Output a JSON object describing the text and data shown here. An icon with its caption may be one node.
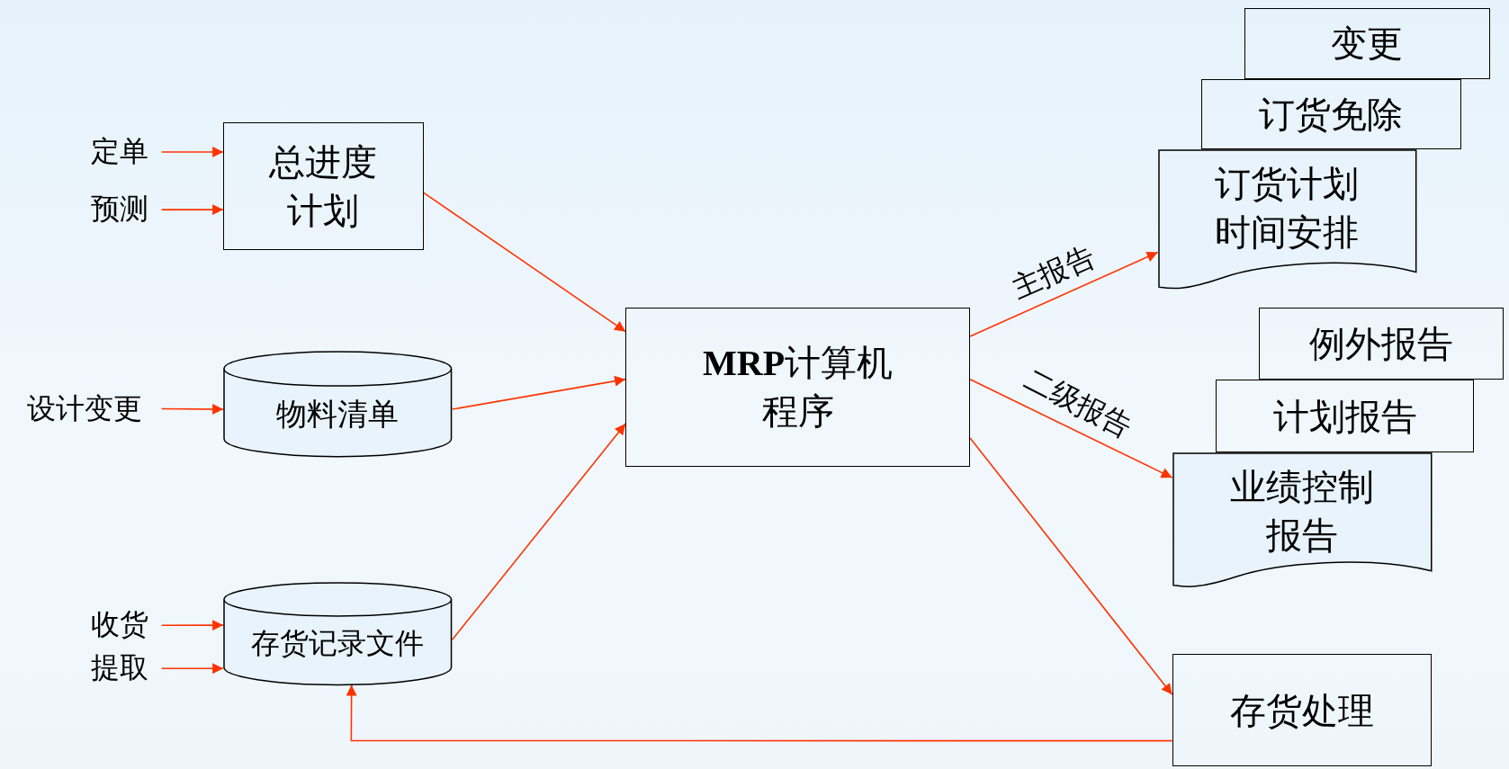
{
  "diagram": {
    "nodes": [
      {
        "text": [
          "定单"
        ]
      },
      {
        "text": [
          "预测"
        ]
      },
      {
        "text": [
          "总进度计划"
        ]
      },
      {
        "text": [
          "设计变更"
        ]
      },
      {
        "text": [
          "物料清单"
        ]
      },
      {
        "text": [
          "收货"
        ]
      },
      {
        "text": [
          "提取"
        ]
      },
      {
        "text": [
          "存货记录文件"
        ]
      },
      {
        "text": [
          "**MRP**计算机程序"
        ]
      },
      {
        "text": [
          "变更"
        ]
      },
      {
        "text": [
          "订货免除"
        ]
      },
      {
        "text": [
          "订货计划时间安排"
        ]
      },
      {
        "text": [
          "例外报告"
        ]
      },
      {
        "text": [
          "计划报告"
        ]
      },
      {
        "text": [
          "业绩控制报告"
        ]
      },
      {
        "text": [
          "存货处理"
        ]
      }
    ],
    "edges": [
      {
        "from": 0,
        "to": 2,
        "arrow": "to"
      },
      {
        "from": 1,
        "to": 2,
        "arrow": "to"
      },
      {
        "from": 3,
        "to": 4,
        "arrow": "to"
      },
      {
        "from": 5,
        "to": 7,
        "arrow": "to"
      },
      {
        "from": 6,
        "to": 7,
        "arrow": "to"
      },
      {
        "from": 2,
        "to": 8,
        "arrow": "to"
      },
      {
        "from": 4,
        "to": 8,
        "arrow": "to"
      },
      {
        "from": 7,
        "to": 8,
        "arrow": "to"
      },
      {
        "from": 8,
        "to": 11,
        "arrow": "to",
        "label": "主报告"
      },
      {
        "from": 8,
        "to": 14,
        "arrow": "to",
        "label": "二级报告"
      },
      {
        "from": 8,
        "to": 15,
        "arrow": "to"
      },
      {
        "from": 15,
        "to": 7,
        "arrow": "to"
      }
    ]
  }
}
